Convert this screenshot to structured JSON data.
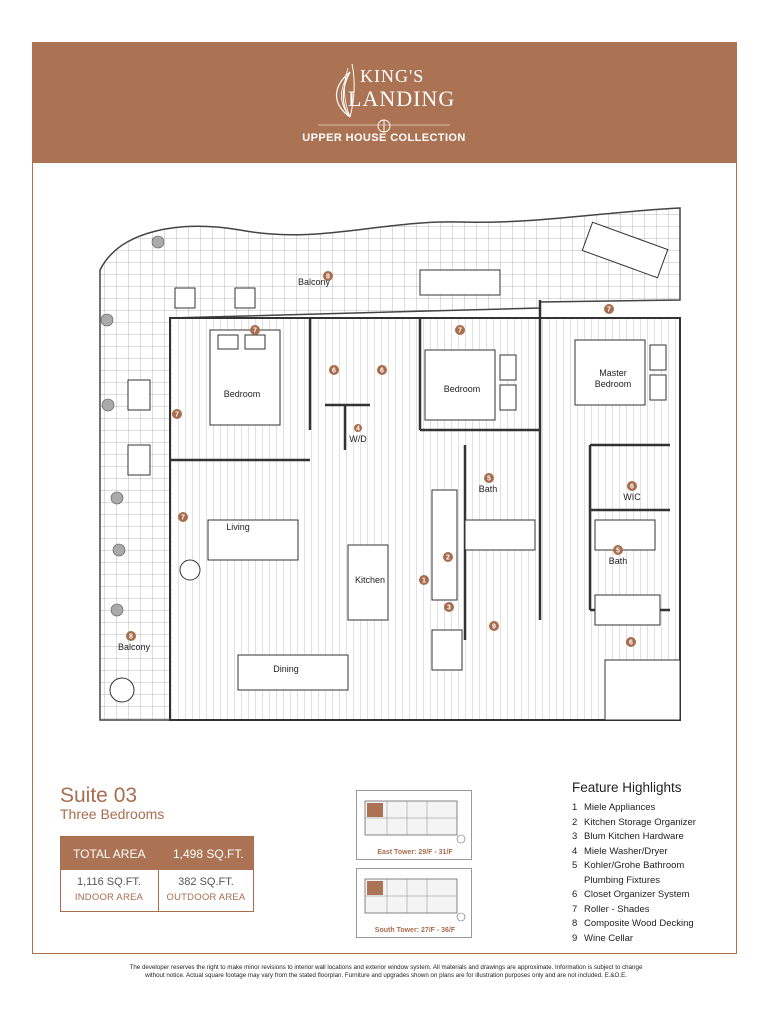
{
  "brand": {
    "name_line1": "KING'S",
    "name_line2": "LANDING",
    "collection": "UPPER HOUSE COLLECTION",
    "header_color": "#ab7353"
  },
  "suite": {
    "title": "Suite 03",
    "subtitle": "Three Bedrooms"
  },
  "area": {
    "total_label": "TOTAL AREA",
    "total_value": "1,498 SQ.FT.",
    "indoor_value": "1,116 SQ.FT.",
    "indoor_label": "INDOOR AREA",
    "outdoor_value": "382 SQ.FT.",
    "outdoor_label": "OUTDOOR AREA"
  },
  "keyplans": [
    {
      "caption": "East Tower: 29/F - 31/F"
    },
    {
      "caption": "South Tower: 27/F - 36/F"
    }
  ],
  "features": {
    "title": "Feature Highlights",
    "items": [
      {
        "num": "1",
        "text": "Miele Appliances"
      },
      {
        "num": "2",
        "text": "Kitchen Storage Organizer"
      },
      {
        "num": "3",
        "text": "Blum Kitchen Hardware"
      },
      {
        "num": "4",
        "text": "Miele Washer/Dryer"
      },
      {
        "num": "5",
        "text": "Kohler/Grohe Bathroom Plumbing Fixtures"
      },
      {
        "num": "6",
        "text": "Closet Organizer System"
      },
      {
        "num": "7",
        "text": "Roller - Shades"
      },
      {
        "num": "8",
        "text": "Composite Wood Decking"
      },
      {
        "num": "9",
        "text": "Wine Cellar"
      }
    ]
  },
  "rooms": {
    "balcony_top": "Balcony",
    "balcony_left": "Balcony",
    "bedroom_left": "Bedroom",
    "bedroom_mid": "Bedroom",
    "master_line1": "Master",
    "master_line2": "Bedroom",
    "wd": "W/D",
    "living": "Living",
    "kitchen": "Kitchen",
    "dining": "Dining",
    "bath1": "Bath",
    "bath2": "Bath",
    "wic": "WIC"
  },
  "badges": [
    "8",
    "7",
    "7",
    "7",
    "7",
    "7",
    "6",
    "6",
    "4",
    "5",
    "6",
    "5",
    "2",
    "1",
    "3",
    "9",
    "6",
    "8"
  ],
  "disclaimer_line1": "The developer reserves the right to make minor revisions to interior wall locations and exterior window system. All materials and drawings are approximate. Information is subject to change",
  "disclaimer_line2": "without notice. Actual square footage may vary from the stated floorplan. Furniture and upgrades shown on plans are for illustration purposes only and are not included. E.&O.E."
}
